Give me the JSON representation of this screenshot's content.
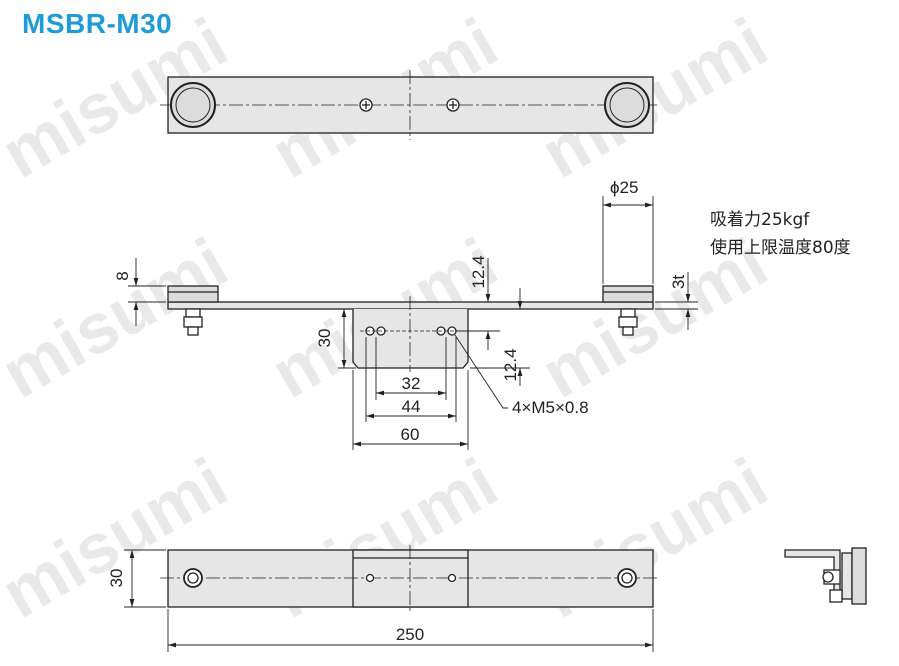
{
  "title": "MSBR-M30",
  "colors": {
    "title": "#1f9bd7",
    "line": "#222222",
    "part_fill": "#e6e6e6",
    "watermark": "#e9e9e9"
  },
  "watermark": "misumi",
  "dimensions": {
    "pad_diameter": "ϕ25",
    "pad_height": "8",
    "pad_thickness": "3t",
    "hole_offset_upper": "12.4",
    "hole_offset_lower": "12.4",
    "bracket_height": "30",
    "hole_pitch_inner": "32",
    "hole_pitch_outer": "44",
    "bracket_width": "60",
    "thread_spec": "4×M5×0.8",
    "bar_width": "30",
    "bar_length": "250"
  },
  "notes": {
    "suction_force": "吸着力25kgf",
    "temperature_limit": "使用上限温度80度"
  }
}
